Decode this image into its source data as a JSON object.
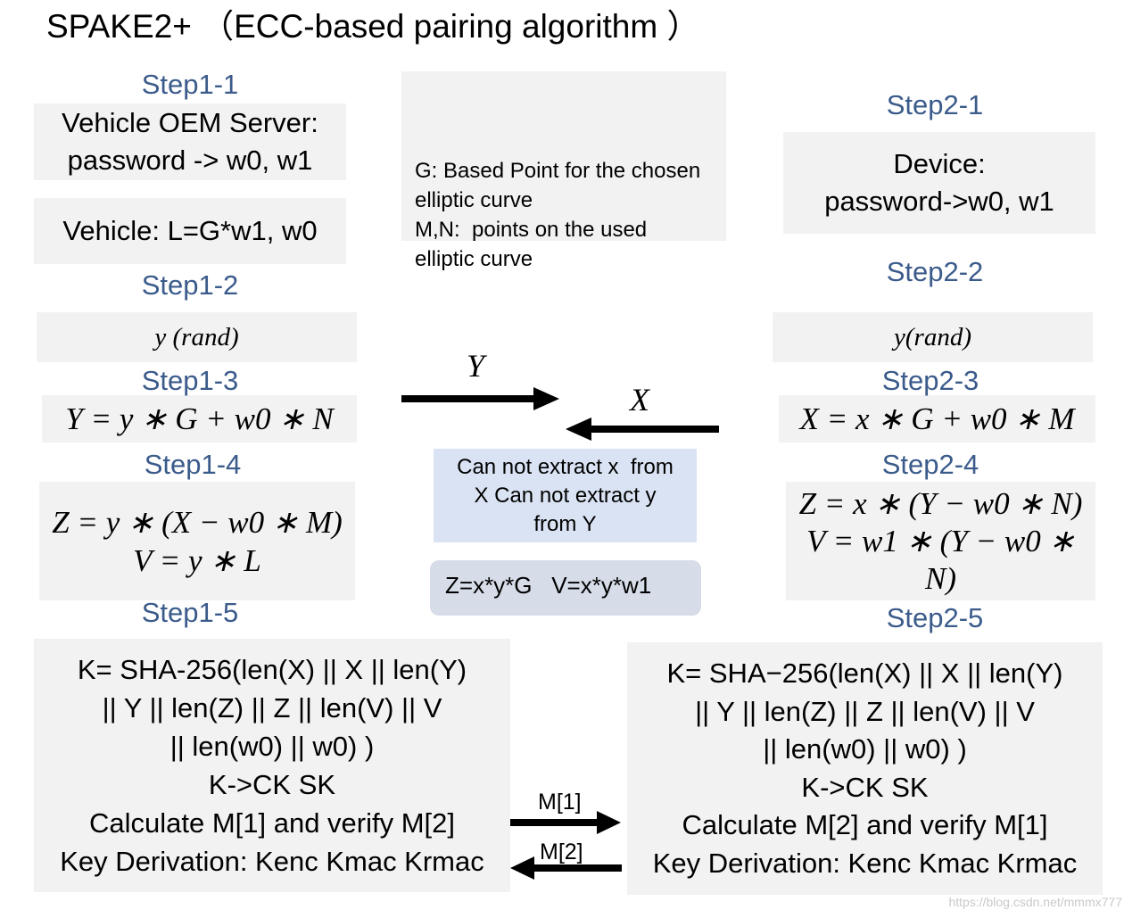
{
  "title": "SPAKE2+ （ECC-based pairing algorithm ）",
  "vehicle": {
    "step1_1": {
      "label": "Step1-1",
      "oem_server_lines": [
        "Vehicle OEM Server:",
        "password -> w0, w1"
      ],
      "vehicle_text": "Vehicle: L=G*w1, w0"
    },
    "step1_2": {
      "label": "Step1-2",
      "random": "y (rand)"
    },
    "step1_3": {
      "label": "Step1-3",
      "formula": "Y = y ∗ G + w0 ∗ N"
    },
    "step1_4": {
      "label": "Step1-4",
      "formula_lines": [
        "Z = y ∗ (X − w0 ∗ M)",
        "V = y ∗ L"
      ]
    },
    "step1_5": {
      "label": "Step1-5",
      "lines": [
        "K= SHA-256(len(X) || X || len(Y)",
        "|| Y || len(Z) || Z || len(V) || V",
        "|| len(w0) || w0) )",
        "K->CK SK",
        "Calculate M[1] and verify M[2]",
        "Key Derivation: Kenc Kmac Krmac"
      ]
    }
  },
  "definitions": {
    "lines": [
      "G: Based Point for the chosen",
      "elliptic curve",
      "M,N:  points on the used",
      "elliptic curve"
    ]
  },
  "exchange": {
    "y_label": "Y",
    "x_label": "X",
    "security_note_lines": [
      "Can not extract x  from",
      "X Can not extract y",
      "from Y"
    ],
    "shared_secret": "Z=x*y*G   V=x*y*w1",
    "m1_label": "M[1]",
    "m2_label": "M[2]"
  },
  "device": {
    "step2_1": {
      "label": "Step2-1",
      "lines": [
        "Device:",
        "password->w0, w1"
      ]
    },
    "step2_2": {
      "label": "Step2-2",
      "random": "y(rand)"
    },
    "step2_3": {
      "label": "Step2-3",
      "formula": "X = x ∗ G + w0 ∗ M"
    },
    "step2_4": {
      "label": "Step2-4",
      "formula_lines": [
        "Z = x ∗ (Y − w0 ∗ N)",
        "V = w1 ∗ (Y − w0 ∗",
        "N)"
      ]
    },
    "step2_5": {
      "label": "Step2-5",
      "lines": [
        "K= SHA−256(len(X) || X || len(Y)",
        "|| Y || len(Z) || Z || len(V) || V",
        "|| len(w0) || w0) )",
        "K->CK SK",
        "Calculate M[2] and verify M[1]",
        "Key Derivation: Kenc Kmac Krmac"
      ]
    }
  },
  "watermark": "https://blog.csdn.net/mmmx777",
  "colors": {
    "step_label": "#3b5b8b",
    "box_background": "#f2f2f2",
    "note_background": "#dae3f3",
    "shared_background": "#d6dde8",
    "arrow": "#000000",
    "watermark": "#c9c9c9"
  }
}
